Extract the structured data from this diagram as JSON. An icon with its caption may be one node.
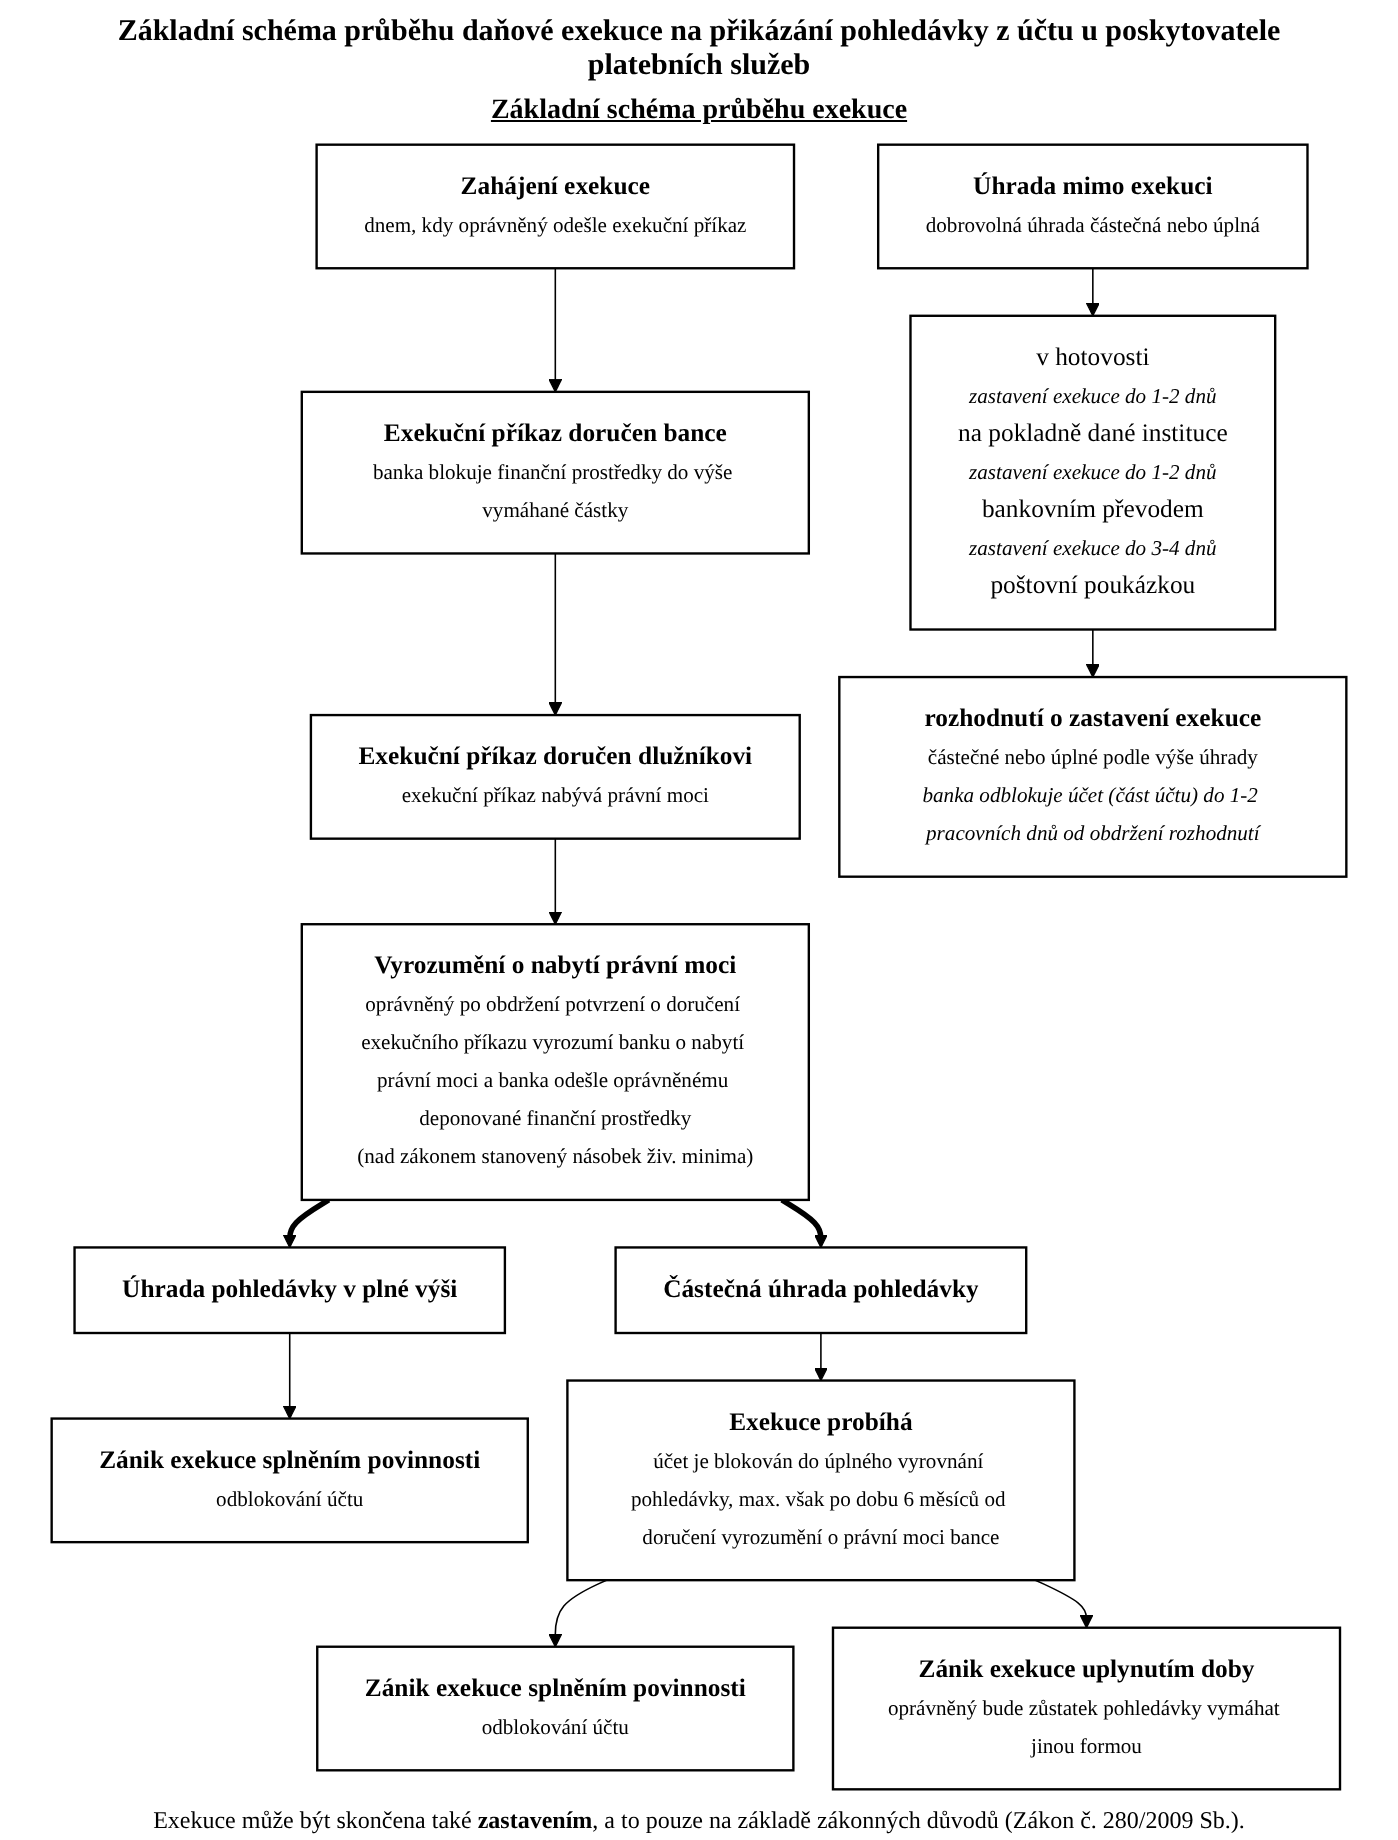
{
  "diagram": {
    "title": "Základní schéma průběhu daňové exekuce na přikázání pohledávky z účtu u poskytovatele platebních služeb",
    "nodes": [
      {
        "text": [
          "Zahájení exekuce",
          "dnem, kdy oprávněný odešle exekuční příkaz"
        ]
      },
      {
        "text": [
          "Exekuční příkaz doručen bance",
          "banka blokuje finanční prostředky do výše vymáhané částky"
        ]
      },
      {
        "text": [
          "Exekuční příkaz doručen dlužníkovi",
          "exekuční příkaz nabývá právní moci"
        ]
      },
      {
        "text": [
          "Vyrozumění o nabytí právní moci",
          "oprávněný po obdržení potvrzení o doručení exekučního příkazu vyrozumí banku o nabytí právní moci a banka odešle oprávněnému deponované finanční prostředky",
          "(nad zákonem stanovený násobek živ. minima)"
        ]
      },
      {
        "text": [
          "Úhrada pohledávky v plné výši"
        ]
      },
      {
        "text": [
          "Částečná úhrada pohledávky"
        ]
      },
      {
        "text": [
          "Zánik exekuce splněním povinnosti",
          "odblokování účtu"
        ]
      },
      {
        "text": [
          "Exekuce probíhá",
          "účet je blokován do úplného vyrovnání pohledávky, max. však po dobu 6 měsíců od doručení vyrozumění o právní moci bance"
        ]
      },
      {
        "text": [
          "Zánik exekuce splněním povinnosti",
          "odblokování účtu"
        ]
      },
      {
        "text": [
          "Zánik exekuce uplynutím doby",
          "oprávněný bude zůstatek pohledávky vymáhat jinou formou"
        ]
      },
      {
        "text": [
          "Úhrada mimo exekuci",
          "dobrovolná úhrada částečná nebo úplná"
        ]
      },
      {
        "text": [
          "v hotovosti",
          "zastavení exekuce do 1-2 dnů",
          "na pokladně dané instituce",
          "zastavení exekuce do 1-2 dnů",
          "bankovním převodem",
          "zastavení exekuce do 3-4 dnů",
          "poštovní poukázkou"
        ]
      },
      {
        "text": [
          "rozhodnutí o zastavení exekuce",
          "částečné nebo úplné podle výše úhrady",
          "banka odblokuje účet (část účtu) do 1-2 pracovních dnů od obdržení rozhodnutí"
        ]
      }
    ],
    "edges": [
      {
        "from": 0,
        "to": 1,
        "arrow": "to"
      },
      {
        "from": 1,
        "to": 2,
        "arrow": "to"
      },
      {
        "from": 2,
        "to": 3,
        "arrow": "to"
      },
      {
        "from": 3,
        "to": 4,
        "arrow": "to",
        "style": "thick"
      },
      {
        "from": 3,
        "to": 5,
        "arrow": "to",
        "style": "thick"
      },
      {
        "from": 4,
        "to": 6,
        "arrow": "to"
      },
      {
        "from": 5,
        "to": 7,
        "arrow": "to"
      },
      {
        "from": 7,
        "to": 8,
        "arrow": "to"
      },
      {
        "from": 7,
        "to": 9,
        "arrow": "to"
      },
      {
        "from": 10,
        "to": 11,
        "arrow": "to"
      },
      {
        "from": 11,
        "to": 12,
        "arrow": "to"
      }
    ],
    "labels": [
      "Základní schéma průběhu exekuce",
      "Exekuce může být skončena také **zastavením**, a to pouze na základě zákonných důvodů (Zákon č. 280/2009 Sb.)."
    ]
  }
}
